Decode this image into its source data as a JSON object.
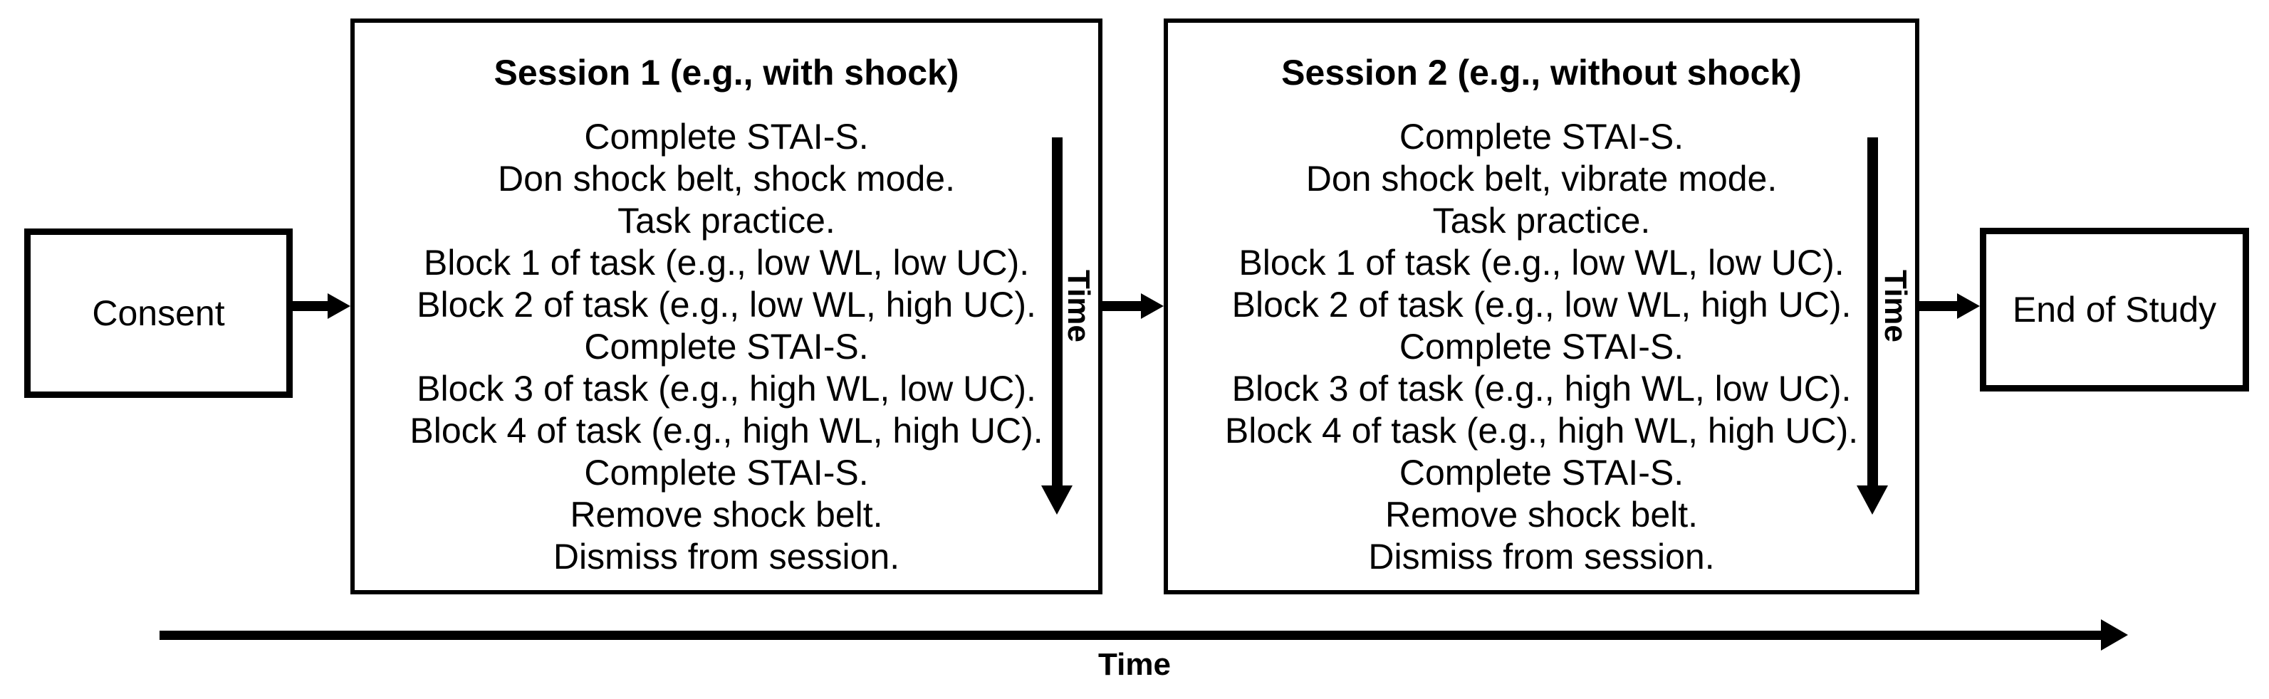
{
  "colors": {
    "ink": "#000000",
    "background": "#ffffff"
  },
  "consent_box": {
    "label": "Consent"
  },
  "end_box": {
    "label": "End of Study"
  },
  "sessions": [
    {
      "title": "Session 1 (e.g., with shock)",
      "time_label": "Time",
      "steps": [
        "Complete STAI-S.",
        "Don shock belt, shock mode.",
        "Task practice.",
        "Block 1 of task (e.g., low WL, low UC).",
        "Block 2 of task (e.g., low WL, high UC).",
        "Complete STAI-S.",
        "Block 3 of task (e.g., high WL, low UC).",
        "Block 4 of task (e.g., high WL, high UC).",
        "Complete STAI-S.",
        "Remove shock belt.",
        "Dismiss from session."
      ]
    },
    {
      "title": "Session 2 (e.g., without shock)",
      "time_label": "Time",
      "steps": [
        "Complete STAI-S.",
        "Don shock belt, vibrate mode.",
        "Task practice.",
        "Block 1 of task (e.g., low WL, low UC).",
        "Block 2 of task (e.g., low WL, high UC).",
        "Complete STAI-S.",
        "Block 3 of task (e.g., high WL, low UC).",
        "Block 4 of task (e.g., high WL, high UC).",
        "Complete STAI-S.",
        "Remove shock belt.",
        "Dismiss from session."
      ]
    }
  ],
  "timeline": {
    "label": "Time"
  }
}
